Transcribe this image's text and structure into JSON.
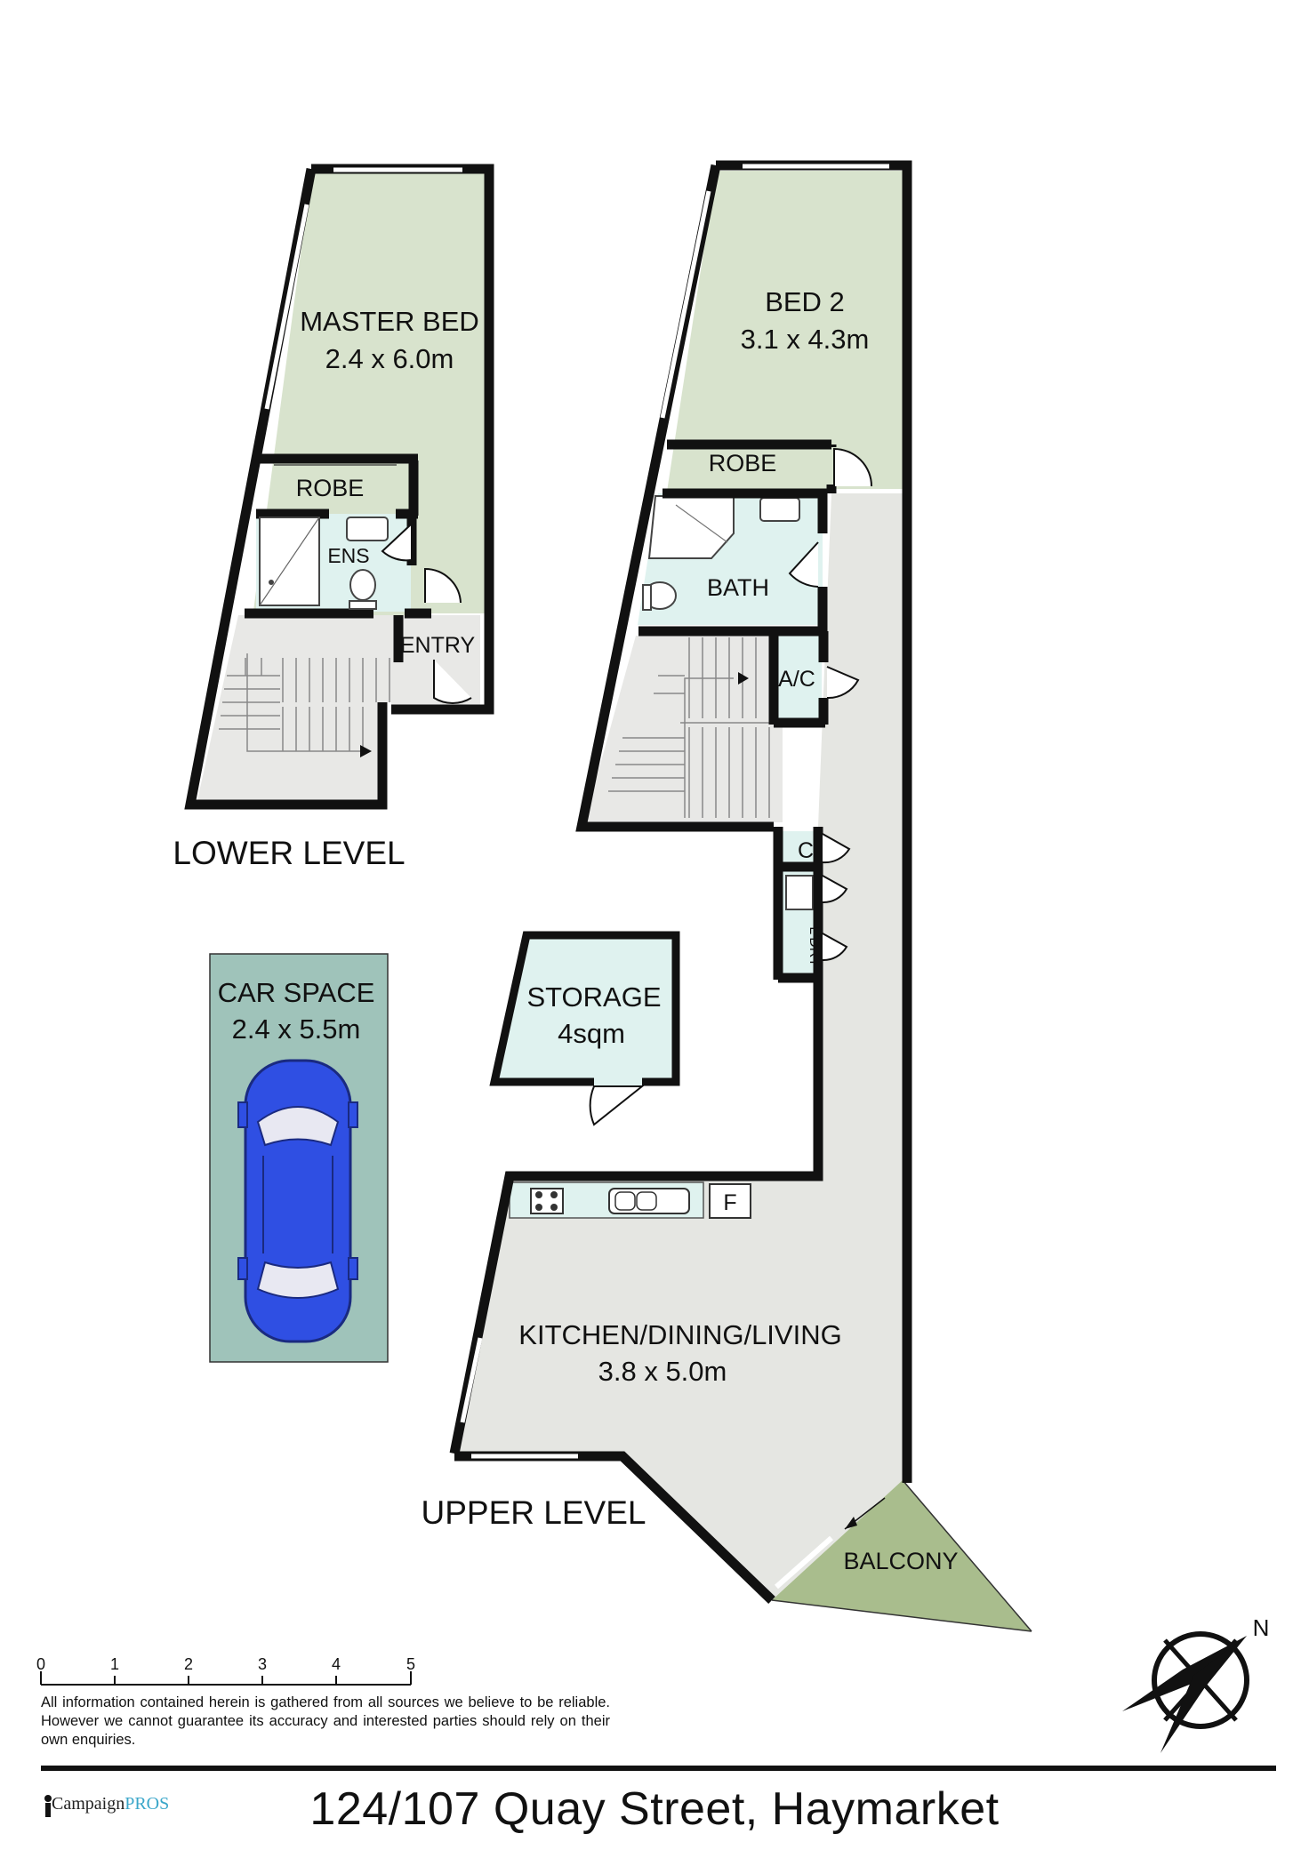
{
  "colors": {
    "wall": "#111111",
    "bedroom": "#d8e3cd",
    "wet_area": "#dff2ef",
    "living": "#e5e6e2",
    "stair": "#e8e8e6",
    "balcony": "#a9bd8d",
    "car_space": "#9fc3ba",
    "car": "#2f4fe3",
    "logo_accent": "#3aa6c9"
  },
  "levels": {
    "lower": "LOWER LEVEL",
    "upper": "UPPER LEVEL"
  },
  "rooms": {
    "master_bed": {
      "name": "MASTER BED",
      "size": "2.4 x 6.0m"
    },
    "robe_lower": "ROBE",
    "ensuite": "ENS",
    "entry": "ENTRY",
    "bed2": {
      "name": "BED 2",
      "size": "3.1 x 4.3m"
    },
    "robe_upper": "ROBE",
    "bath": "BATH",
    "ac": "A/C",
    "cupboard": "C",
    "laundry": "L'DRY",
    "storage": {
      "name": "STORAGE",
      "size": "4sqm"
    },
    "fridge": "F",
    "living": {
      "name": "KITCHEN/DINING/LIVING",
      "size": "3.8 x 5.0m"
    },
    "balcony": "BALCONY",
    "car_space": {
      "name": "CAR SPACE",
      "size": "2.4 x 5.5m"
    }
  },
  "scale_bar": {
    "ticks": [
      "0",
      "1",
      "2",
      "3",
      "4",
      "5"
    ]
  },
  "compass": {
    "north": "N"
  },
  "disclaimer": "All information contained herein is gathered from all sources we believe to be reliable. However we cannot guarantee its accuracy and interested parties should rely on their own enquiries.",
  "logo": {
    "prefix": "Campaign",
    "suffix": "PROS"
  },
  "address": "124/107 Quay Street, Haymarket"
}
